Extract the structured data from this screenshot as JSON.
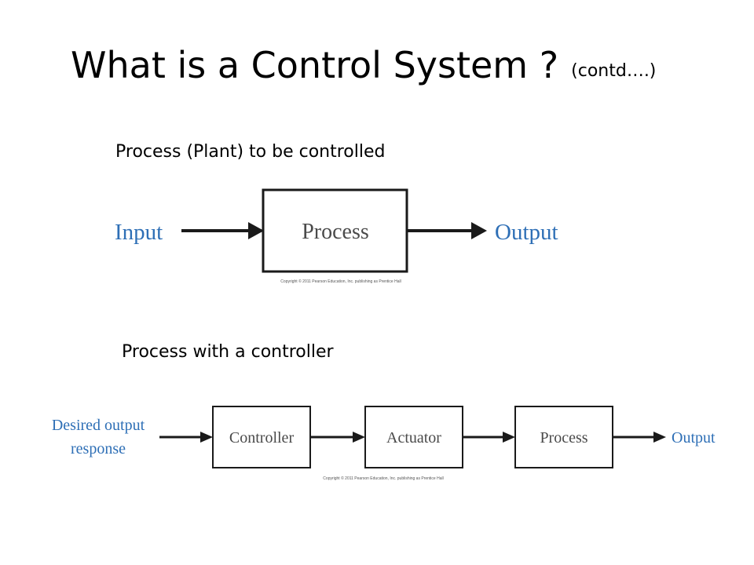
{
  "title": {
    "main": "What is a Control System ?",
    "suffix": "(contd….)"
  },
  "section1": {
    "caption": "Process (Plant) to be controlled",
    "diagram": {
      "input_label": "Input",
      "process_label": "Process",
      "output_label": "Output",
      "copyright": "Copyright © 2011 Pearson Education, Inc. publishing as Prentice Hall"
    }
  },
  "section2": {
    "caption": "Process with a controller",
    "diagram": {
      "input_label_line1": "Desired output",
      "input_label_line2": "response",
      "controller_label": "Controller",
      "actuator_label": "Actuator",
      "process_label": "Process",
      "output_label": "Output",
      "copyright": "Copyright © 2011 Pearson Education, Inc. publishing as Prentice Hall"
    }
  },
  "colors": {
    "signal_label": "#2e6fb6",
    "block_text": "#4a4a4a",
    "line": "#1a1a1a"
  }
}
